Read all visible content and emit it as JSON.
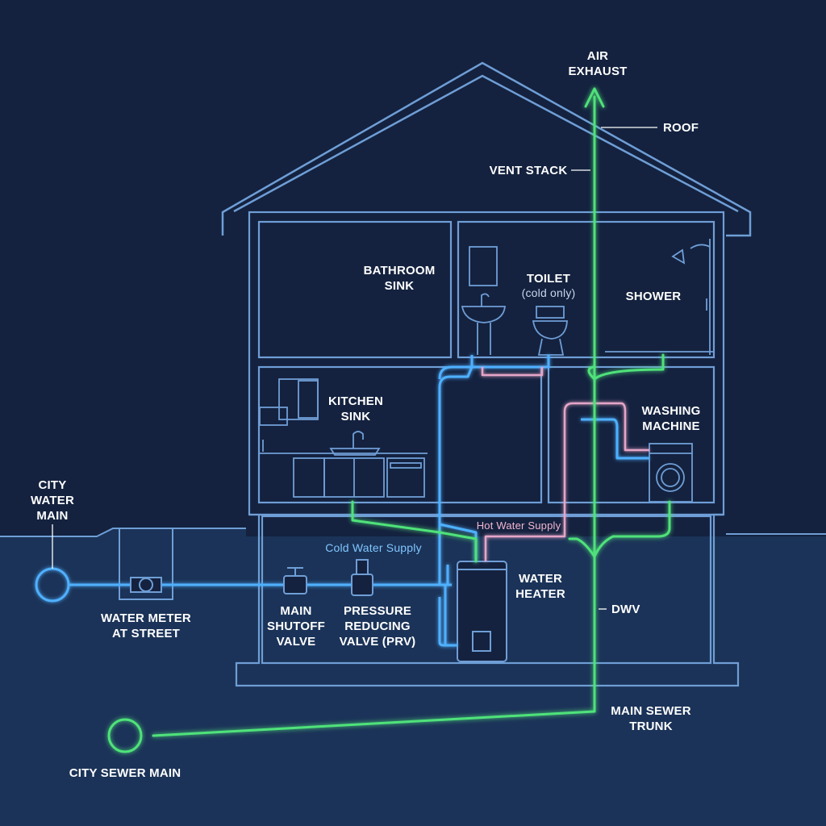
{
  "labels": {
    "air_exhaust": "AIR\nEXHAUST",
    "roof": "ROOF",
    "vent_stack": "VENT STACK",
    "bathroom_sink": "BATHROOM\nSINK",
    "toilet": "TOILET",
    "toilet_note": "(cold only)",
    "shower": "SHOWER",
    "kitchen_sink": "KITCHEN\nSINK",
    "washing_machine": "WASHING\nMACHINE",
    "city_water_main": "CITY\nWATER\nMAIN",
    "hot_water_supply": "Hot Water Supply",
    "cold_water_supply": "Cold Water Supply",
    "water_heater": "WATER\nHEATER",
    "dwv": "DWV",
    "water_meter": "WATER METER\nAT STREET",
    "main_shutoff": "MAIN\nSHUTOFF\nVALVE",
    "prv": "PRESSURE\nREDUCING\nVALVE (PRV)",
    "main_sewer_trunk": "MAIN SEWER\nTRUNK",
    "city_sewer_main": "CITY SEWER MAIN"
  },
  "colors": {
    "background": "#14223f",
    "ground": "#1d3760",
    "outline": "#6f9ed6",
    "cold_water": "#4fb0ff",
    "hot_water": "#e6a5c8",
    "drain_vent": "#4fe27a"
  }
}
